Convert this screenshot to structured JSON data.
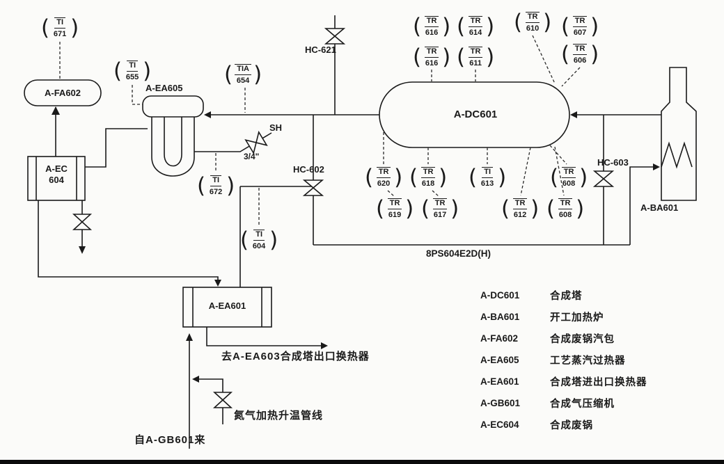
{
  "colors": {
    "ink": "#1a1a1a",
    "background": "#fbfbf9"
  },
  "instruments": [
    {
      "tag": "TI",
      "num": "671"
    },
    {
      "tag": "TI",
      "num": "655"
    },
    {
      "tag": "TIA",
      "num": "654"
    },
    {
      "tag": "TI",
      "num": "672"
    },
    {
      "tag": "TI",
      "num": "604"
    },
    {
      "tag": "TR",
      "num": "616"
    },
    {
      "tag": "TR",
      "num": "614"
    },
    {
      "tag": "TR",
      "num": "610"
    },
    {
      "tag": "TR",
      "num": "607"
    },
    {
      "tag": "TR",
      "num": "616"
    },
    {
      "tag": "TR",
      "num": "611"
    },
    {
      "tag": "TR",
      "num": "606"
    },
    {
      "tag": "TR",
      "num": "620"
    },
    {
      "tag": "TR",
      "num": "618"
    },
    {
      "tag": "TI",
      "num": "613"
    },
    {
      "tag": "TR",
      "num": "608"
    },
    {
      "tag": "TR",
      "num": "619"
    },
    {
      "tag": "TR",
      "num": "617"
    },
    {
      "tag": "TR",
      "num": "612"
    },
    {
      "tag": "TR",
      "num": "608"
    }
  ],
  "equipment": {
    "fa602": "A-FA602",
    "ea605": "A-EA605",
    "ec604_line1": "A-EC",
    "ec604_line2": "604",
    "dc601": "A-DC601",
    "ea601": "A-EA601",
    "ba601": "A-BA601"
  },
  "valves": {
    "hc621": "HC-621",
    "hc602": "HC-602",
    "hc603": "HC-603"
  },
  "labels": {
    "sh": "SH",
    "valve_size": "3/4\"",
    "ps_line": "8PS604E2D(H)",
    "to_ea603": "去A-EA603合成塔出口换热器",
    "nitrogen_line": "氮气加热升温管线",
    "from_gb601": "自A-GB601来"
  },
  "legend": {
    "rows": [
      {
        "code": "A-DC601",
        "name": "合成塔"
      },
      {
        "code": "A-BA601",
        "name": "开工加热炉"
      },
      {
        "code": "A-FA602",
        "name": "合成废锅汽包"
      },
      {
        "code": "A-EA605",
        "name": "工艺蒸汽过热器"
      },
      {
        "code": "A-EA601",
        "name": "合成塔进出口换热器"
      },
      {
        "code": "A-GB601",
        "name": "合成气压缩机"
      },
      {
        "code": "A-EC604",
        "name": "合成废锅"
      }
    ]
  }
}
